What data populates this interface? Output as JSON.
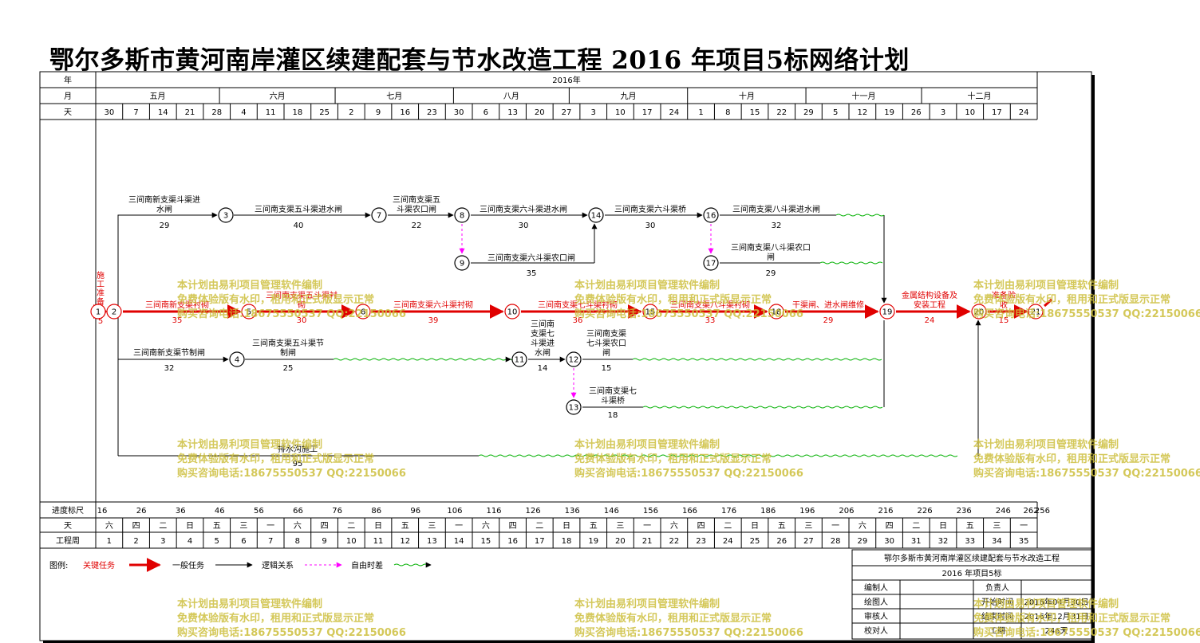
{
  "title": "鄂尔多斯市黄河南岸灌区续建配套与节水改造工程 2016 年项目5标网络计划",
  "header": {
    "row_labels": {
      "year": "年",
      "month": "月",
      "day": "天"
    },
    "year": "2016年",
    "months": [
      "五月",
      "六月",
      "七月",
      "八月",
      "九月",
      "十月",
      "十一月",
      "十二月"
    ],
    "days": [
      "30",
      "7",
      "14",
      "21",
      "28",
      "4",
      "11",
      "18",
      "25",
      "2",
      "9",
      "16",
      "23",
      "30",
      "6",
      "13",
      "20",
      "27",
      "3",
      "10",
      "17",
      "24",
      "1",
      "8",
      "15",
      "22",
      "29",
      "5",
      "12",
      "19",
      "26",
      "3",
      "10",
      "17",
      "24"
    ]
  },
  "footer": {
    "scale_label": "进度标尺",
    "scale": [
      "16",
      "26",
      "36",
      "46",
      "56",
      "66",
      "76",
      "86",
      "96",
      "106",
      "116",
      "126",
      "136",
      "146",
      "156",
      "166",
      "176",
      "186",
      "196",
      "206",
      "216",
      "226",
      "236",
      "246",
      "256",
      "262"
    ],
    "weekday_label": "天",
    "weekdays": [
      "六",
      "四",
      "二",
      "日",
      "五",
      "三",
      "一",
      "六",
      "四",
      "二",
      "日",
      "五",
      "三",
      "一",
      "六",
      "四",
      "二",
      "日",
      "五",
      "三",
      "一",
      "六",
      "四",
      "二",
      "日",
      "五",
      "三",
      "一",
      "六",
      "四",
      "二",
      "日",
      "五",
      "三",
      "一"
    ],
    "week_label": "工程周",
    "weeks": [
      "1",
      "2",
      "3",
      "4",
      "5",
      "6",
      "7",
      "8",
      "9",
      "10",
      "11",
      "12",
      "13",
      "14",
      "15",
      "16",
      "17",
      "18",
      "19",
      "20",
      "21",
      "22",
      "23",
      "24",
      "25",
      "26",
      "27",
      "28",
      "29",
      "30",
      "31",
      "32",
      "33",
      "34",
      "35"
    ]
  },
  "legend": {
    "prefix": "图例:",
    "critical": "关键任务",
    "normal": "一般任务",
    "logic": "逻辑关系",
    "free_float": "自由时差",
    "colors": {
      "critical": "#e00000",
      "normal": "#000000",
      "logic": "#ff00ff",
      "free_float": "#00b000"
    }
  },
  "infobox": {
    "line1": "鄂尔多斯市黄河南岸灌区续建配套与节水改造工程",
    "line2": "2016 年项目5标",
    "label_editor": "编制人",
    "label_owner": "负责人",
    "label_drawer": "绘图人",
    "label_start": "开始时间",
    "start": "2016年04月30日",
    "label_reviewer": "审核人",
    "label_end": "结束时间",
    "end": "2016年12月31日",
    "label_checker": "校对人",
    "label_duration": "工期",
    "duration": "246天"
  },
  "watermark": {
    "line1": "本计划由易利项目管理软件编制",
    "line2": "免费体验版有水印，租用和正式版显示正常",
    "line3": "购买咨询电话:18675550537 QQ:22150066"
  },
  "network": {
    "nodes": [
      "1",
      "2",
      "3",
      "4",
      "5",
      "6",
      "7",
      "8",
      "9",
      "10",
      "11",
      "12",
      "13",
      "14",
      "15",
      "16",
      "17",
      "18",
      "19",
      "20",
      "21"
    ],
    "tasks": [
      {
        "name": "施工准备",
        "duration": "5"
      },
      {
        "name": "三间南新支渠斗渠进水闸",
        "duration": "29"
      },
      {
        "name": "三间南支渠五斗渠进水闸",
        "duration": "40"
      },
      {
        "name": "三间南支渠五斗渠农口闸",
        "duration": "22"
      },
      {
        "name": "三间南支渠六斗渠进水闸",
        "duration": "30"
      },
      {
        "name": "三间南支渠六斗渠桥",
        "duration": "30"
      },
      {
        "name": "三间南支渠八斗渠进水闸",
        "duration": "32"
      },
      {
        "name": "三间南支渠六斗渠农口闸",
        "duration": "35"
      },
      {
        "name": "三间南支渠八斗渠农口闸",
        "duration": "29"
      },
      {
        "name": "三间南新支渠衬砌",
        "duration": "35"
      },
      {
        "name": "三间南支渠五斗渠衬砌",
        "duration": "30"
      },
      {
        "name": "三间南支渠六斗渠衬砌",
        "duration": "39"
      },
      {
        "name": "三间南支渠七斗渠衬砌",
        "duration": "36"
      },
      {
        "name": "三间南支渠八斗渠衬砌",
        "duration": "33"
      },
      {
        "name": "干渠闸、进水闸维修",
        "duration": "29"
      },
      {
        "name": "金属结构设备及安装工程",
        "duration": "24"
      },
      {
        "name": "准备验收",
        "duration": "15"
      },
      {
        "name": "三间南新支渠节制闸",
        "duration": "32"
      },
      {
        "name": "三间南支渠五斗渠节制闸",
        "duration": "25"
      },
      {
        "name": "三间南支渠七斗渠进水闸",
        "duration": "14"
      },
      {
        "name": "三间南支渠七斗渠农口闸",
        "duration": "15"
      },
      {
        "name": "三间南支渠七斗渠桥",
        "duration": "18"
      },
      {
        "name": "排水沟施工",
        "duration": "95"
      }
    ]
  }
}
